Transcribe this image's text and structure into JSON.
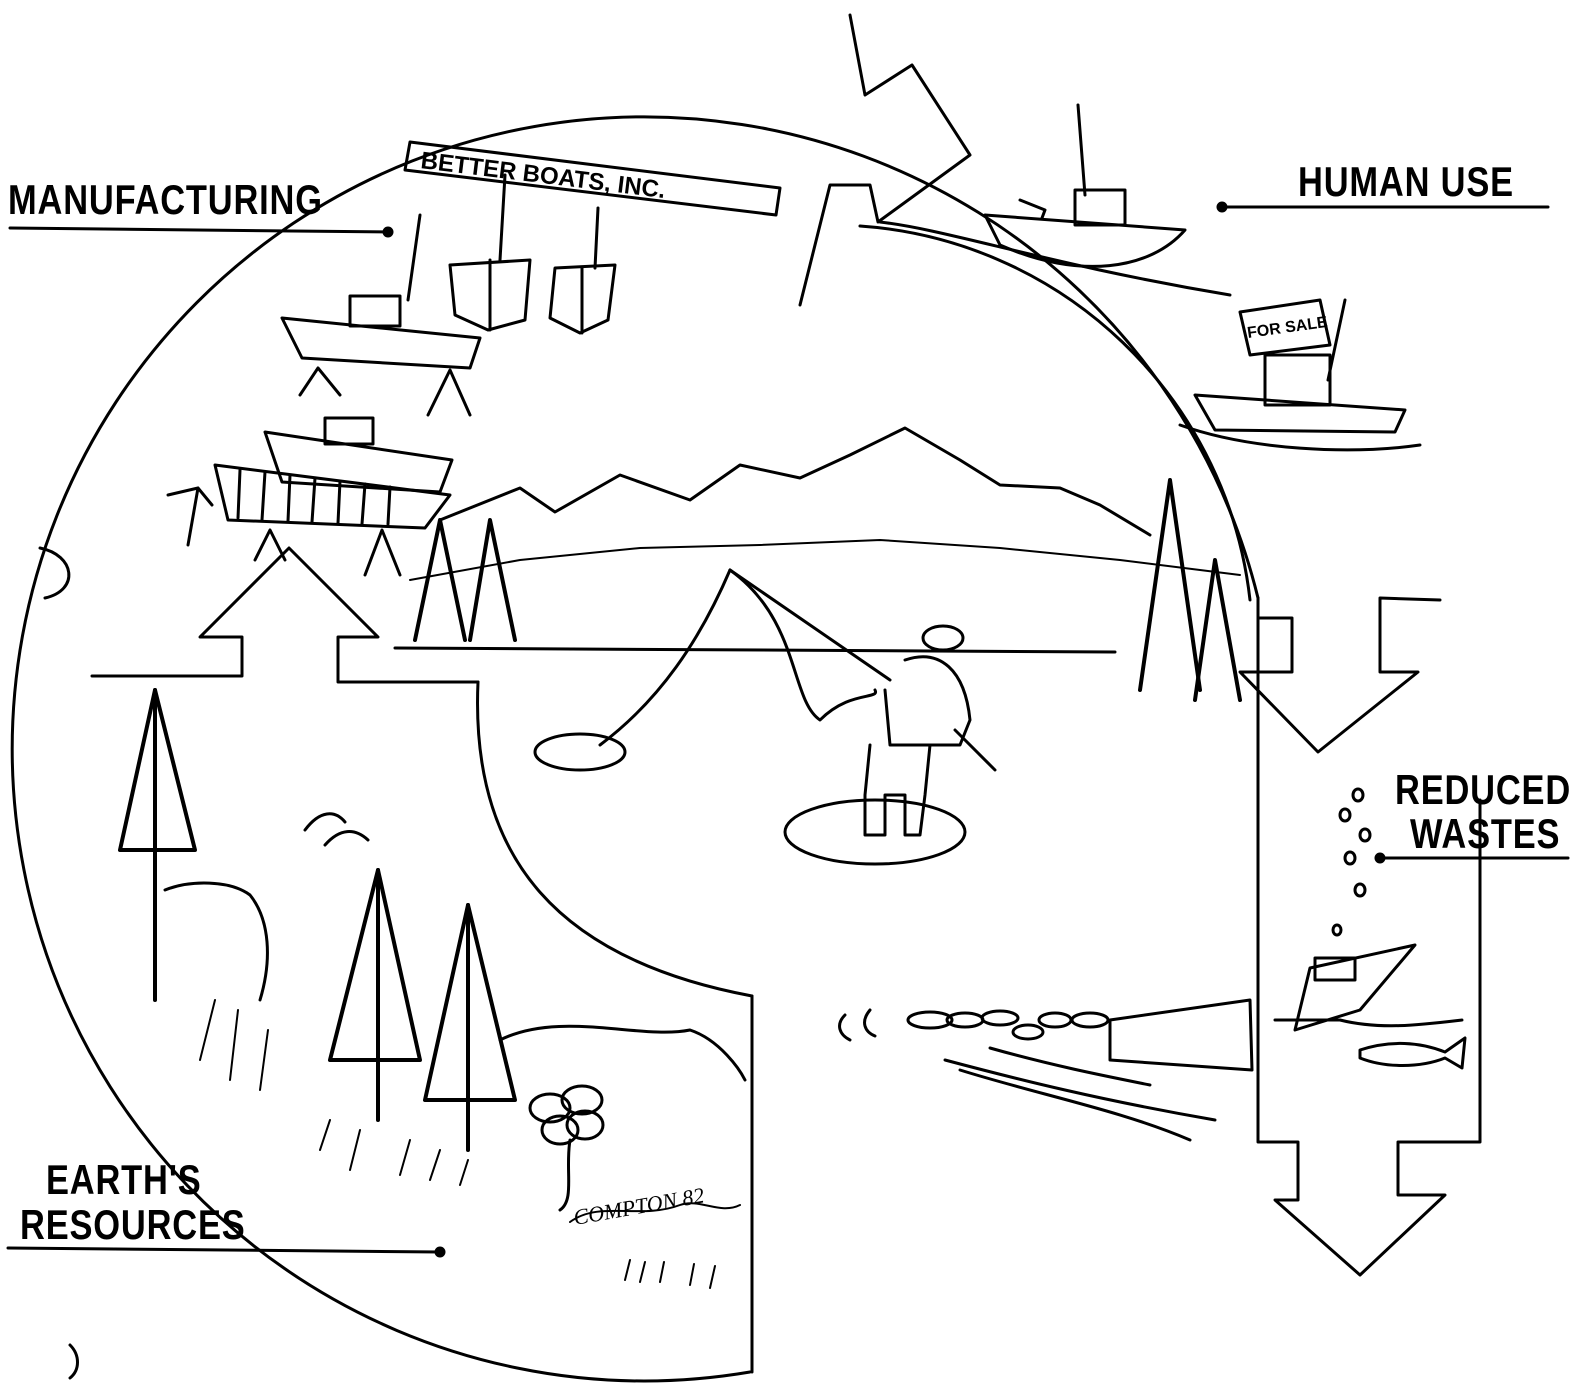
{
  "labels": {
    "manufacturing": "MANUFACTURING",
    "human_use": "HUMAN USE",
    "reduced_wastes_line1": "REDUCED",
    "reduced_wastes_line2": "WASTES",
    "earths_resources_line1": "EARTH'S",
    "earths_resources_line2": "RESOURCES"
  },
  "signs": {
    "boat_company": "BETTER BOATS, INC.",
    "for_sale": "FOR SALE"
  },
  "signature": "COMPTON 82",
  "colors": {
    "ink": "#000000",
    "paper": "#ffffff"
  }
}
